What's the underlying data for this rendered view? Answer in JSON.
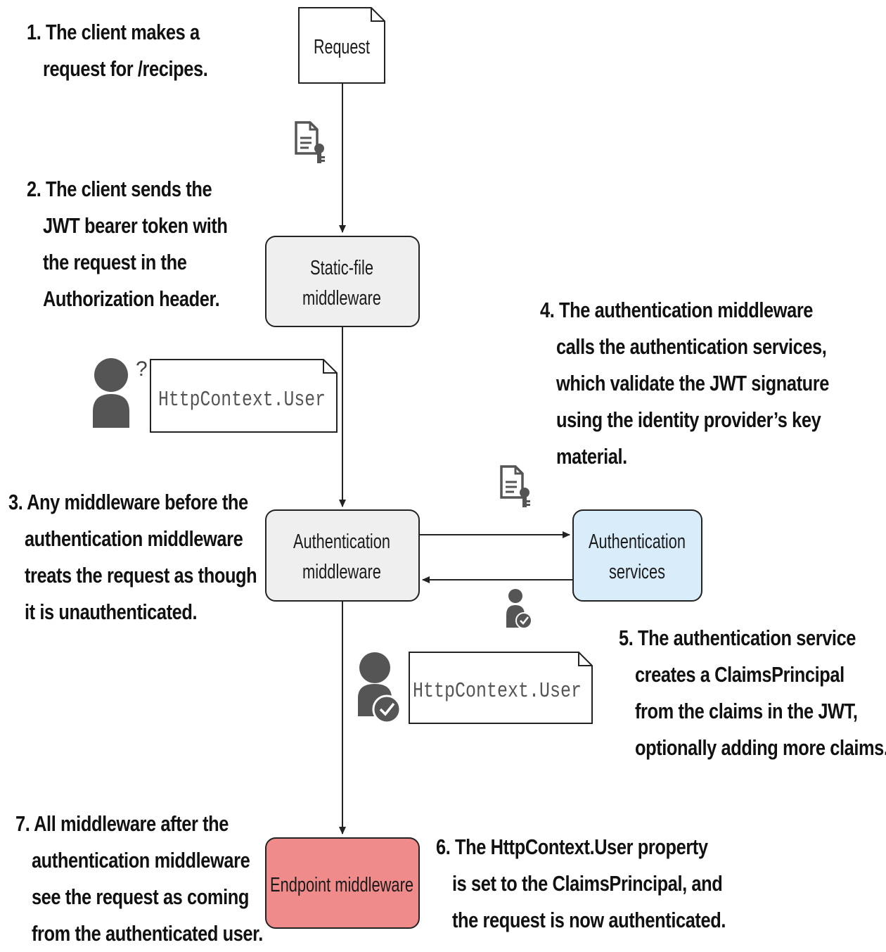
{
  "nodes": {
    "request": "Request",
    "static_file": [
      "Static-file",
      "middleware"
    ],
    "authentication": [
      "Authentication",
      "middleware"
    ],
    "auth_services": [
      "Authentication",
      "services"
    ],
    "endpoint": "Endpoint middleware"
  },
  "user_doc_unauth": "HttpContext.User",
  "user_doc_auth": "HttpContext.User",
  "question_mark": "?",
  "steps": [
    [
      "1. The client makes a",
      "request for /recipes."
    ],
    [
      "2. The client sends the",
      "JWT bearer token with",
      "the request in the",
      "Authorization header."
    ],
    [
      "3. Any middleware before the",
      "authentication middleware",
      "treats the request as though",
      "it is unauthenticated."
    ],
    [
      "4. The authentication middleware",
      "calls the authentication services,",
      "which validate the JWT signature",
      "using the identity provider’s key",
      "material."
    ],
    [
      "5. The authentication service",
      "creates a ClaimsPrincipal",
      "from the claims in the JWT,",
      "optionally adding more claims."
    ],
    [
      "6. The HttpContext.User property",
      "is set to the ClaimsPrincipal, and",
      "the request is now authenticated."
    ],
    [
      "7. All middleware after the",
      "authentication middleware",
      "see the request as coming",
      "from the authenticated user."
    ]
  ],
  "icons": [
    "token-document-icon",
    "user-unknown-icon",
    "user-verified-icon"
  ],
  "colors": {
    "box_gray": "#efefef",
    "auth_services_fill": "#d9ecfa",
    "endpoint_fill": "#f08b8b",
    "stroke": "#222222",
    "icon_gray": "#555555"
  }
}
